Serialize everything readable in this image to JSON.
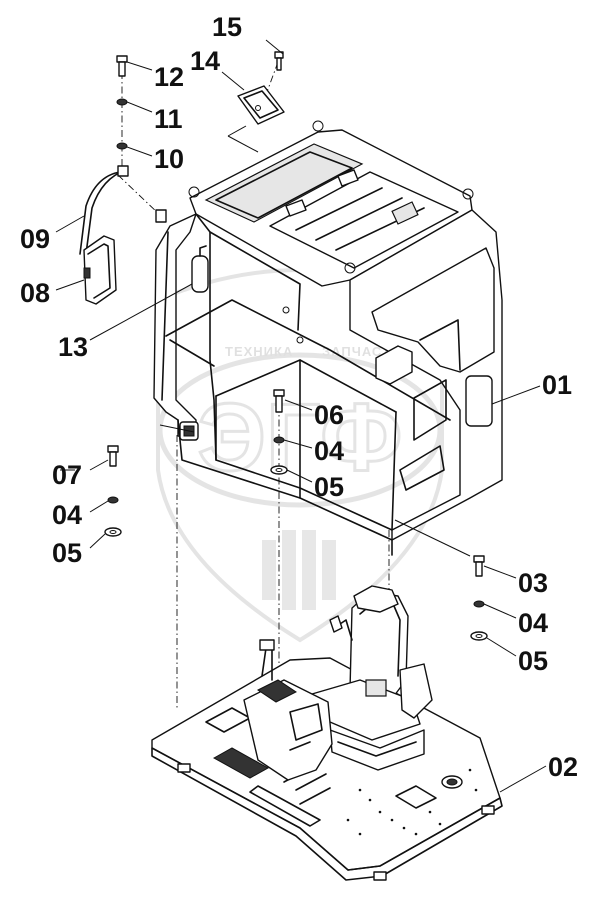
{
  "diagram": {
    "watermark": {
      "text_left": "ТЕХНИКА",
      "text_right": "ЗАПЧАСТИ",
      "monogram": "ЭГФ"
    },
    "callouts": [
      {
        "id": "c15",
        "label": "15"
      },
      {
        "id": "c14",
        "label": "14"
      },
      {
        "id": "c12",
        "label": "12"
      },
      {
        "id": "c11",
        "label": "11"
      },
      {
        "id": "c10",
        "label": "10"
      },
      {
        "id": "c09",
        "label": "09"
      },
      {
        "id": "c08",
        "label": "08"
      },
      {
        "id": "c13",
        "label": "13"
      },
      {
        "id": "c01",
        "label": "01"
      },
      {
        "id": "c06",
        "label": "06"
      },
      {
        "id": "c04a",
        "label": "04"
      },
      {
        "id": "c05a",
        "label": "05"
      },
      {
        "id": "c07",
        "label": "07"
      },
      {
        "id": "c04b",
        "label": "04"
      },
      {
        "id": "c05b",
        "label": "05"
      },
      {
        "id": "c03",
        "label": "03"
      },
      {
        "id": "c04c",
        "label": "04"
      },
      {
        "id": "c05c",
        "label": "05"
      },
      {
        "id": "c02",
        "label": "02"
      }
    ]
  }
}
